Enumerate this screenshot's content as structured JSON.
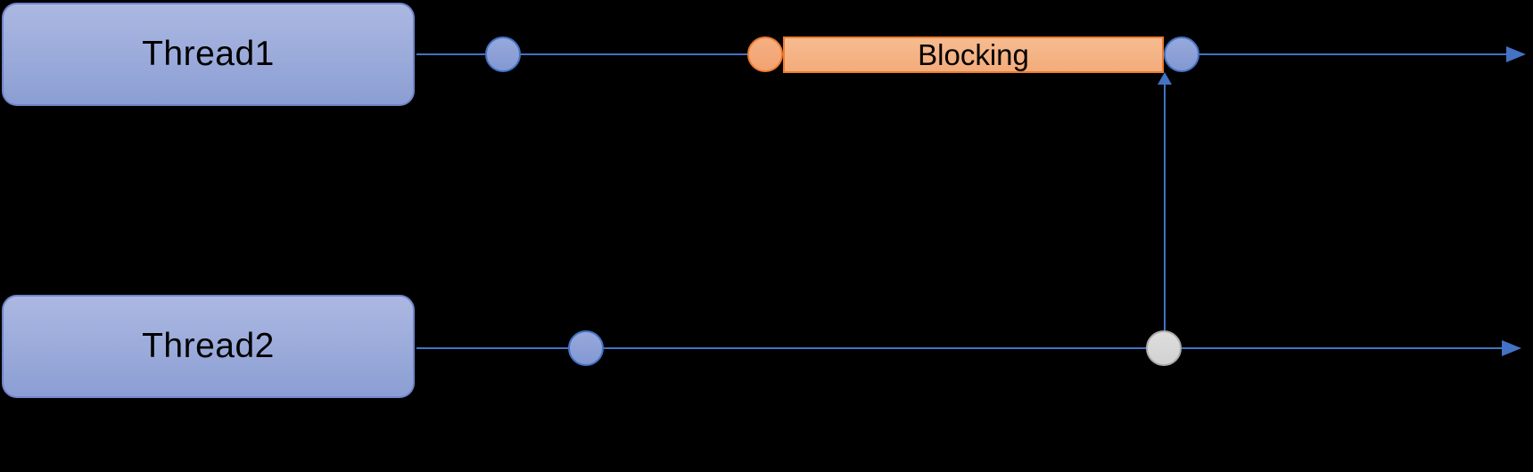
{
  "diagram": {
    "nodes": [
      {
        "id": "thread1",
        "label": "Thread1"
      },
      {
        "id": "thread2",
        "label": "Thread2"
      }
    ],
    "activities": [
      {
        "id": "blocking",
        "label": "Blocking",
        "on": "thread1"
      }
    ],
    "colors": {
      "canvas_bg": "#000000",
      "line": "#4472C4",
      "node_fill_top": "#ACB8E2",
      "node_fill_bottom": "#8B9ED3",
      "node_border": "#6F85C8",
      "dot_blue_fill_top": "#97A9DC",
      "dot_blue_fill": "#8398D3",
      "dot_blue_border": "#4472C4",
      "orange_fill_top": "#F6BB8F",
      "orange_fill": "#F4AC7C",
      "orange_dot_fill_top": "#F5B083",
      "orange_dot_fill": "#F2A271",
      "orange_border": "#ED7D31",
      "dot_gray_fill_top": "#DDDDDD",
      "dot_gray_fill": "#D2D2D2",
      "dot_gray_border": "#ABABAB",
      "label_text": "#000000"
    }
  }
}
